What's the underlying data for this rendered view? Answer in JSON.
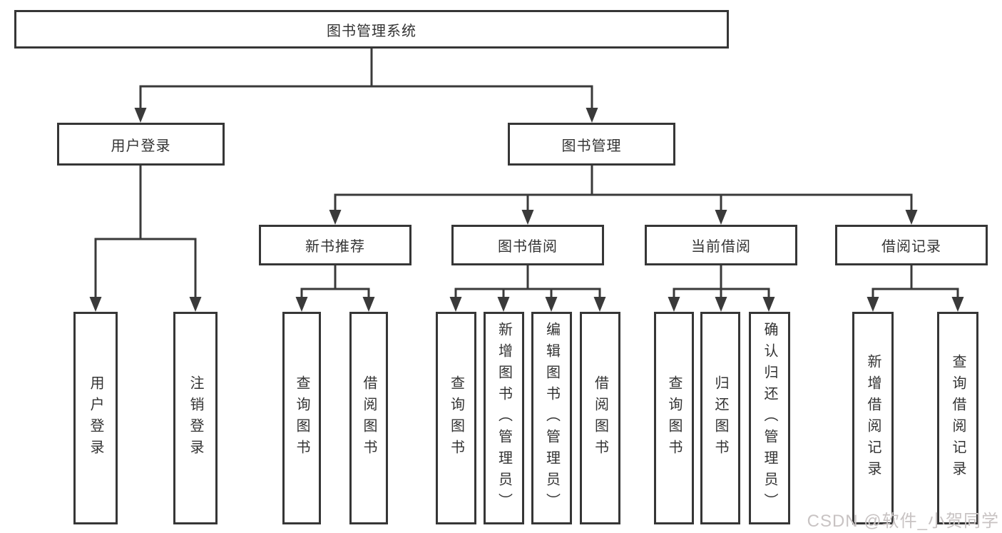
{
  "colors": {
    "line": "#3a3a3a",
    "border": "#363636",
    "text": "#333333",
    "box_bg": "#ffffff",
    "watermark": "#c8c3c3",
    "page_bg": "#ffffff"
  },
  "watermark": {
    "text": "CSDN @软件_小贺同学"
  },
  "tree": {
    "label": "图书管理系统",
    "children": [
      {
        "label": "用户登录",
        "children": [
          {
            "label": "用户登录"
          },
          {
            "label": "注销登录"
          }
        ]
      },
      {
        "label": "图书管理",
        "children": [
          {
            "label": "新书推荐",
            "children": [
              {
                "label": "查询图书"
              },
              {
                "label": "借阅图书"
              }
            ]
          },
          {
            "label": "图书借阅",
            "children": [
              {
                "label": "查询图书"
              },
              {
                "label": "新增图书（管理员）"
              },
              {
                "label": "编辑图书（管理员）"
              },
              {
                "label": "借阅图书"
              }
            ]
          },
          {
            "label": "当前借阅",
            "children": [
              {
                "label": "查询图书"
              },
              {
                "label": "归还图书"
              },
              {
                "label": "确认归还（管理员）"
              }
            ]
          },
          {
            "label": "借阅记录",
            "children": [
              {
                "label": "新增借阅记录"
              },
              {
                "label": "查询借阅记录"
              }
            ]
          }
        ]
      }
    ]
  }
}
